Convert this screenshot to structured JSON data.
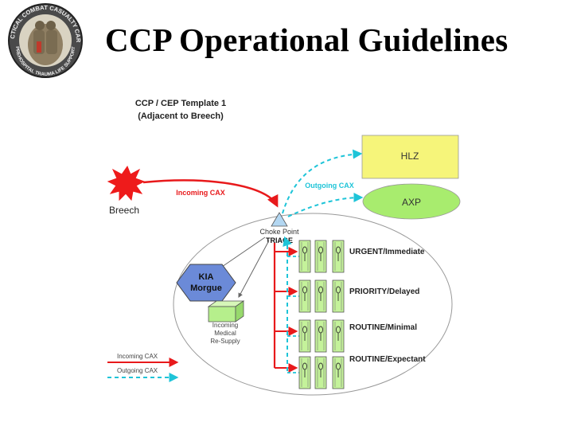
{
  "slide": {
    "title": "CCP Operational Guidelines"
  },
  "logo": {
    "ring_text_top": "TACTICAL COMBAT CASUALTY CARE",
    "ring_text_bottom": "PREHOSPITAL TRAUMA LIFE SUPPORT"
  },
  "diagram": {
    "template_title_line1": "CCP / CEP Template 1",
    "template_title_line2": "(Adjacent to Breech)",
    "breech_label": "Breech",
    "incoming_label": "Incoming CAX",
    "outgoing_label": "Outgoing CAX",
    "hlz_label": "HLZ",
    "axp_label": "AXP",
    "choke_point_label": "Choke Point",
    "triage_label": "TRIAGE",
    "morgue_line1": "KIA",
    "morgue_line2": "Morgue",
    "resupply_line1": "Incoming",
    "resupply_line2": "Medical",
    "resupply_line3": "Re-Supply",
    "categories": [
      "URGENT/Immediate",
      "PRIORITY/Delayed",
      "ROUTINE/Minimal",
      "ROUTINE/Expectant"
    ],
    "legend_incoming": "Incoming CAX",
    "legend_outgoing": "Outgoing CAX",
    "colors": {
      "incoming": "#e8191b",
      "outgoing": "#1ec4d8",
      "hlz_fill": "#f6f57a",
      "axp_fill": "#a8ec6e",
      "morgue_fill": "#6b8ad8",
      "resupply_fill": "#b6ef8c",
      "litter_fill": "#c4f29a"
    }
  }
}
